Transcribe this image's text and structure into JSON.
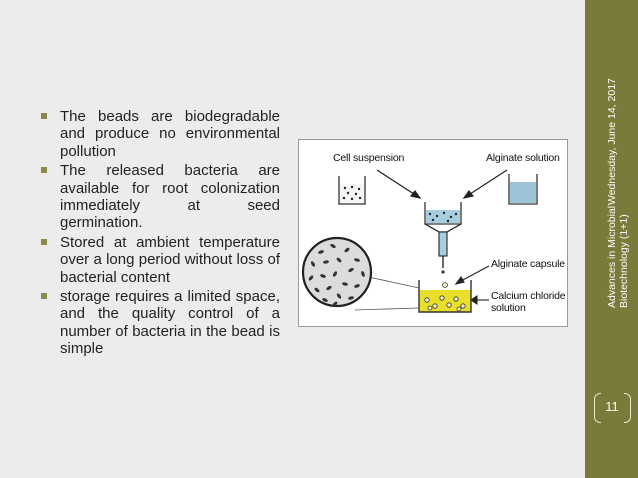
{
  "slide": {
    "bullets": [
      "The beads are biodegradable and produce no environmental pollution",
      "The released bacteria are available for root colonization immediately at seed germination.",
      "Stored at ambient temperature over a long period without loss of bacterial content",
      "storage requires a limited space, and the quality control of a number of bacteria in the bead is simple"
    ],
    "figure": {
      "cell_suspension": "Cell suspension",
      "alginate_solution": "Alginate solution",
      "alginate_capsule": "Alginate capsule",
      "calcium_chloride_line1": "Calcium chloride",
      "calcium_chloride_line2": "solution"
    },
    "sidebar": {
      "date": "Wednesday, June 14, 2017",
      "course_line1": "Advances in Microbial",
      "course_line2": "Biotechnology (1+1)",
      "page_number": "11"
    }
  },
  "colors": {
    "background": "#ececec",
    "sidebar": "#7a7a3a",
    "bullet": "#8a8a4a",
    "calcium_solution": "#e8df2a"
  }
}
